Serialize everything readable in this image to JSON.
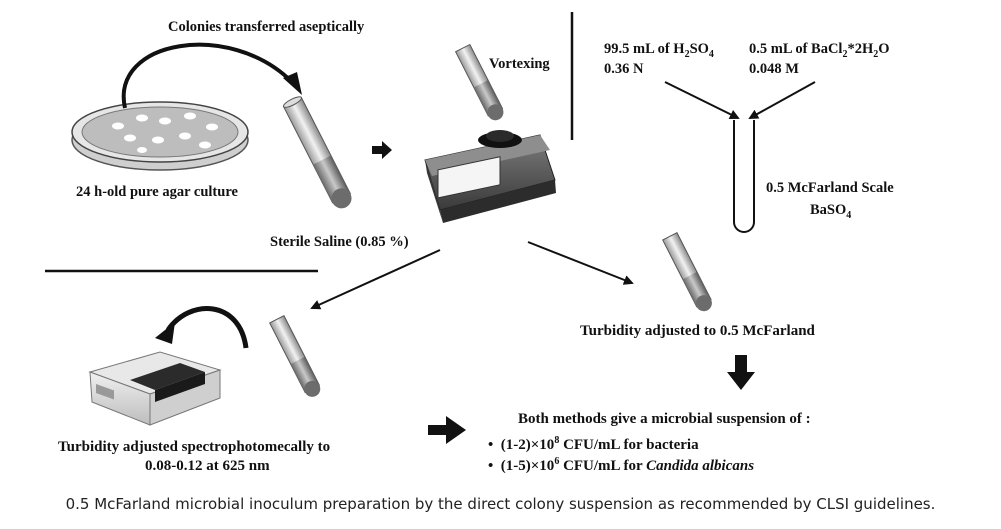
{
  "labels": {
    "colonies": "Colonies transferred aseptically",
    "agar": "24 h-old pure agar culture",
    "saline": "Sterile Saline (0.85 %)",
    "vortexing": "Vortexing",
    "h2so4_vol": "99.5 mL of H",
    "h2so4_formula_sub2": "2",
    "h2so4_formula_rest": "SO",
    "h2so4_formula_sub4": "4",
    "h2so4_conc": "0.36 N",
    "bacl2_vol": "0.5 mL of BaCl",
    "bacl2_sub2": "2",
    "bacl2_rest": "*2H",
    "bacl2_sub2b": "2",
    "bacl2_o": "O",
    "bacl2_conc": "0.048 M",
    "mcfarland_scale": "0.5 McFarland Scale",
    "baso4": "BaSO",
    "baso4_sub": "4",
    "turbidity_mcfarland": "Turbidity adjusted to 0.5 McFarland",
    "turbidity_spectro_1": "Turbidity adjusted spectrophotomecally to",
    "turbidity_spectro_2": "0.08-0.12 at 625 nm",
    "both_methods": "Both methods give a microbial suspension of :",
    "bullet1_prefix": "(1-2)×10",
    "bullet1_exp": "8",
    "bullet1_suffix": " CFU/mL for bacteria",
    "bullet2_prefix": "(1-5)×10",
    "bullet2_exp": "6",
    "bullet2_suffix": " CFU/mL for ",
    "bullet2_italic": "Candida albicans",
    "bullet_symbol": "•"
  },
  "caption": "0.5 McFarland microbial inoculum preparation by the direct colony suspension as recommended by CLSI guidelines."
}
